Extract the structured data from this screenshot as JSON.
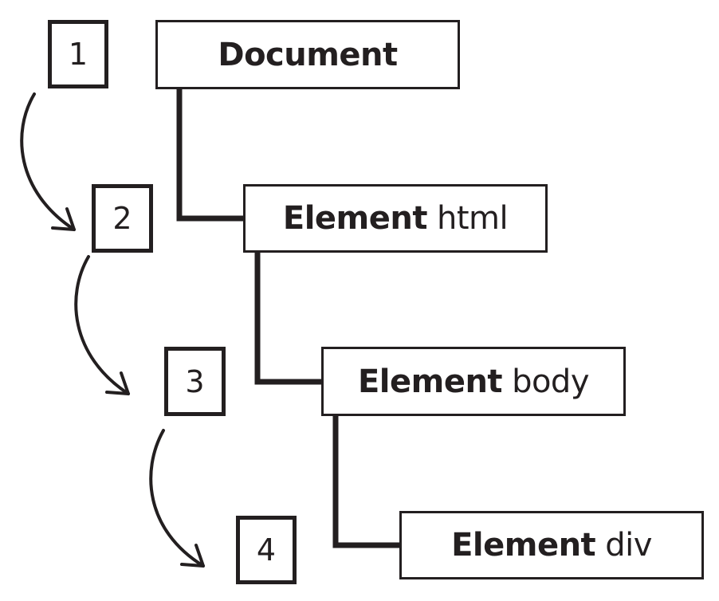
{
  "nodes": [
    {
      "kind": "Document",
      "tag": ""
    },
    {
      "kind": "Element",
      "tag": "html"
    },
    {
      "kind": "Element",
      "tag": "body"
    },
    {
      "kind": "Element",
      "tag": "div"
    }
  ],
  "steps": [
    "1",
    "2",
    "3",
    "4"
  ],
  "colors": {
    "ink": "#231f20",
    "background": "#ffffff"
  }
}
